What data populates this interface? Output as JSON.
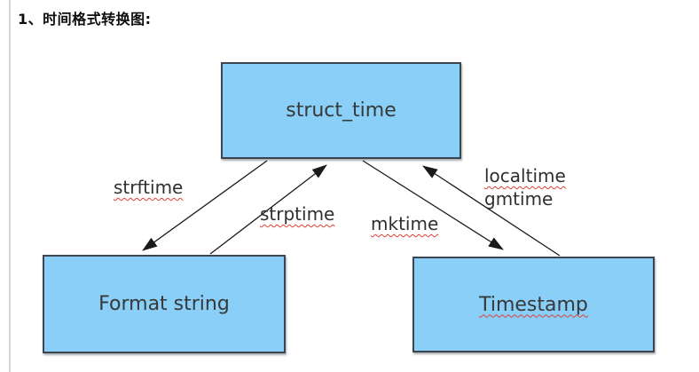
{
  "title": "1、时间格式转换图:",
  "diagram": {
    "nodes": [
      {
        "id": "struct_time",
        "label": "struct_time",
        "spellcheck_underline": false
      },
      {
        "id": "format_string",
        "label": "Format string",
        "spellcheck_underline": false
      },
      {
        "id": "timestamp",
        "label": "Timestamp",
        "spellcheck_underline": true
      }
    ],
    "edges": [
      {
        "label": "strftime",
        "from": "struct_time",
        "to": "format_string",
        "spellcheck_underline": true
      },
      {
        "label": "strptime",
        "from": "format_string",
        "to": "struct_time",
        "spellcheck_underline": true
      },
      {
        "label": "mktime",
        "from": "struct_time",
        "to": "timestamp",
        "spellcheck_underline": true
      },
      {
        "label_line1": "localtime",
        "label_line2": "gmtime",
        "from": "timestamp",
        "to": "struct_time",
        "spellcheck_underline_line1_only": true
      }
    ],
    "colors": {
      "node_fill": "#89CFF8",
      "node_border": "#3A4550",
      "arrow_color": "#1A1A1A",
      "spellcheck_squiggle": "#E04038"
    }
  }
}
